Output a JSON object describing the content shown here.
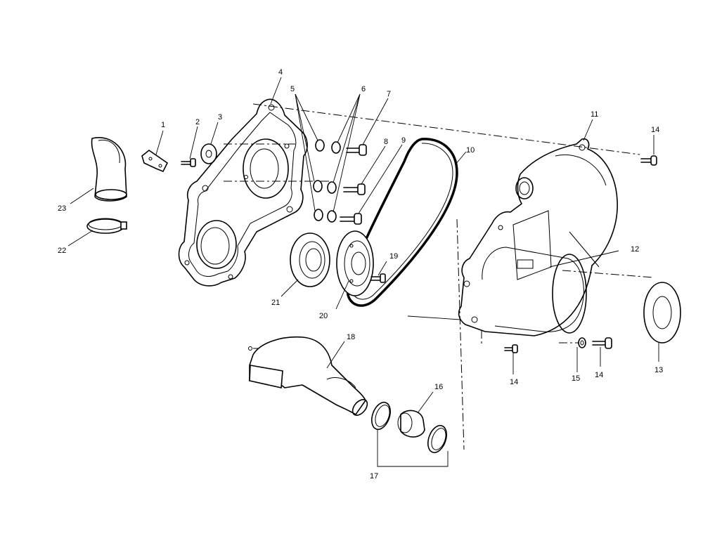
{
  "diagram": {
    "callouts": [
      "1",
      "2",
      "3",
      "4",
      "5",
      "6",
      "7",
      "8",
      "9",
      "10",
      "11",
      "12",
      "13",
      "14",
      "14",
      "14",
      "15",
      "16",
      "17",
      "18",
      "19",
      "20",
      "21",
      "22",
      "23"
    ]
  }
}
